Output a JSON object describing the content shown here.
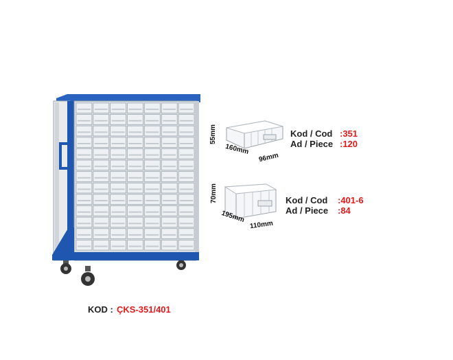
{
  "product": {
    "code_label": "KOD :",
    "code_value": "ÇKS-351/401"
  },
  "bins": [
    {
      "code_label": "Kod / Cod",
      "code_value": ":351",
      "piece_label": "Ad / Piece",
      "piece_value": ":120",
      "dims": {
        "height": "55mm",
        "length": "160mm",
        "width": "96mm"
      }
    },
    {
      "code_label": "Kod / Cod",
      "code_value": ":401-6",
      "piece_label": "Ad / Piece",
      "piece_value": ":84",
      "dims": {
        "height": "70mm",
        "length": "195mm",
        "width": "110mm"
      }
    }
  ],
  "colors": {
    "frame": "#1f56b0",
    "panel": "#eceeee",
    "accent": "#e01a1a"
  }
}
